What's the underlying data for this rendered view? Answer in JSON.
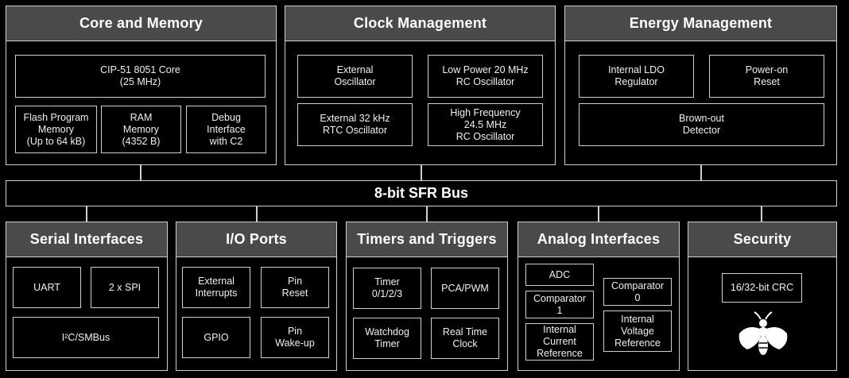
{
  "core": {
    "title": "Core and Memory",
    "cip": "CIP-51 8051 Core\n(25 MHz)",
    "flash": "Flash Program\nMemory\n(Up to 64 kB)",
    "ram": "RAM\nMemory\n(4352 B)",
    "debug": "Debug\nInterface\nwith C2"
  },
  "clock": {
    "title": "Clock Management",
    "ext_osc": "External\nOscillator",
    "lp20": "Low Power 20 MHz\nRC Oscillator",
    "ext32": "External 32 kHz\nRTC Oscillator",
    "hf": "High Frequency\n24.5 MHz\nRC Oscillator"
  },
  "energy": {
    "title": "Energy Management",
    "ldo": "Internal LDO\nRegulator",
    "por": "Power-on\nReset",
    "bod": "Brown-out\nDetector"
  },
  "bus": {
    "label": "8-bit SFR Bus"
  },
  "serial": {
    "title": "Serial Interfaces",
    "uart": "UART",
    "spi": "2 x SPI",
    "i2c": "I²C/SMBus"
  },
  "io": {
    "title": "I/O Ports",
    "ext_int": "External\nInterrupts",
    "pin_reset": "Pin\nReset",
    "gpio": "GPIO",
    "pin_wake": "Pin\nWake-up"
  },
  "timers": {
    "title": "Timers and Triggers",
    "timer": "Timer\n0/1/2/3",
    "pca": "PCA/PWM",
    "watchdog": "Watchdog\nTimer",
    "rtc": "Real Time\nClock"
  },
  "analog": {
    "title": "Analog Interfaces",
    "adc": "ADC",
    "comp1": "Comparator\n1",
    "comp0": "Comparator\n0",
    "icr": "Internal\nCurrent\nReference",
    "ivr": "Internal\nVoltage\nReference"
  },
  "security": {
    "title": "Security",
    "crc": "16/32-bit CRC"
  },
  "colors": {
    "background": "#000000",
    "header": "#4a4a4a",
    "border": "#cfcfcf"
  }
}
